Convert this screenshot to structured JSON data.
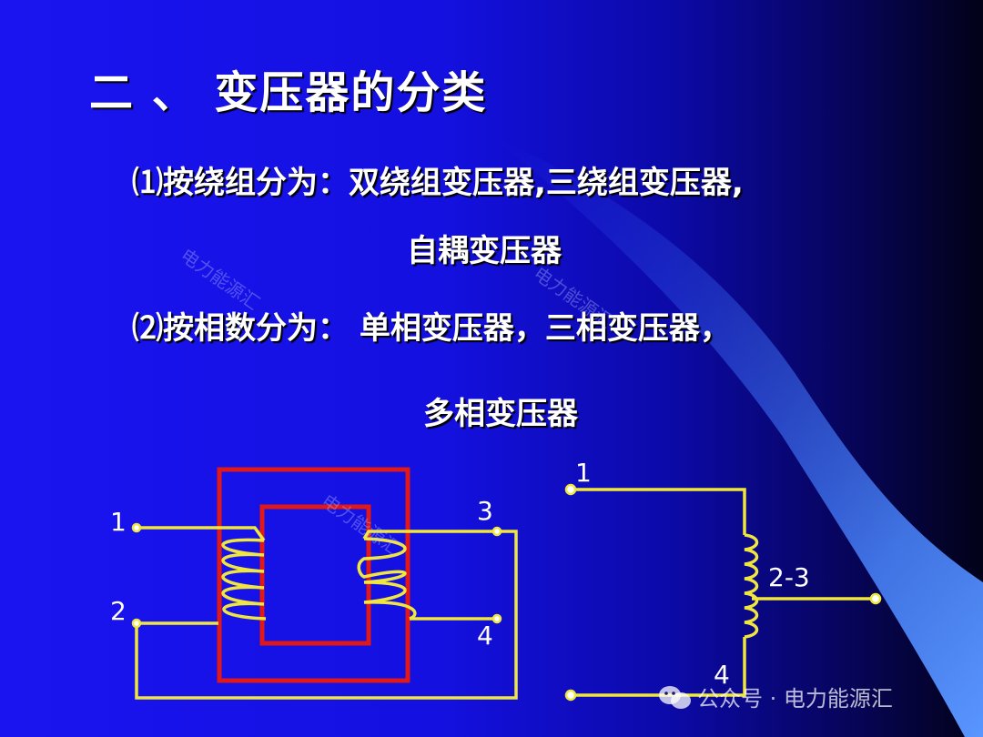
{
  "slide": {
    "title": "二 、 变压器的分类",
    "line1": "⑴按绕组分为：双绕组变压器,三绕组变压器,",
    "line2": "自耦变压器",
    "line3": "⑵按相数分为：  单相变压器，三相变压器，",
    "line4": "多相变压器"
  },
  "diagram_left": {
    "terminal_1": "1",
    "terminal_2": "2",
    "terminal_3": "3",
    "terminal_4": "4"
  },
  "diagram_right": {
    "terminal_1": "1",
    "terminal_tap": "2-3",
    "terminal_4": "4"
  },
  "watermark": {
    "text": "电力能源汇",
    "wechat": "公众号 · 电力能源汇"
  },
  "colors": {
    "core": "#e01818",
    "wire": "#f0e640",
    "text": "#ffffff"
  }
}
